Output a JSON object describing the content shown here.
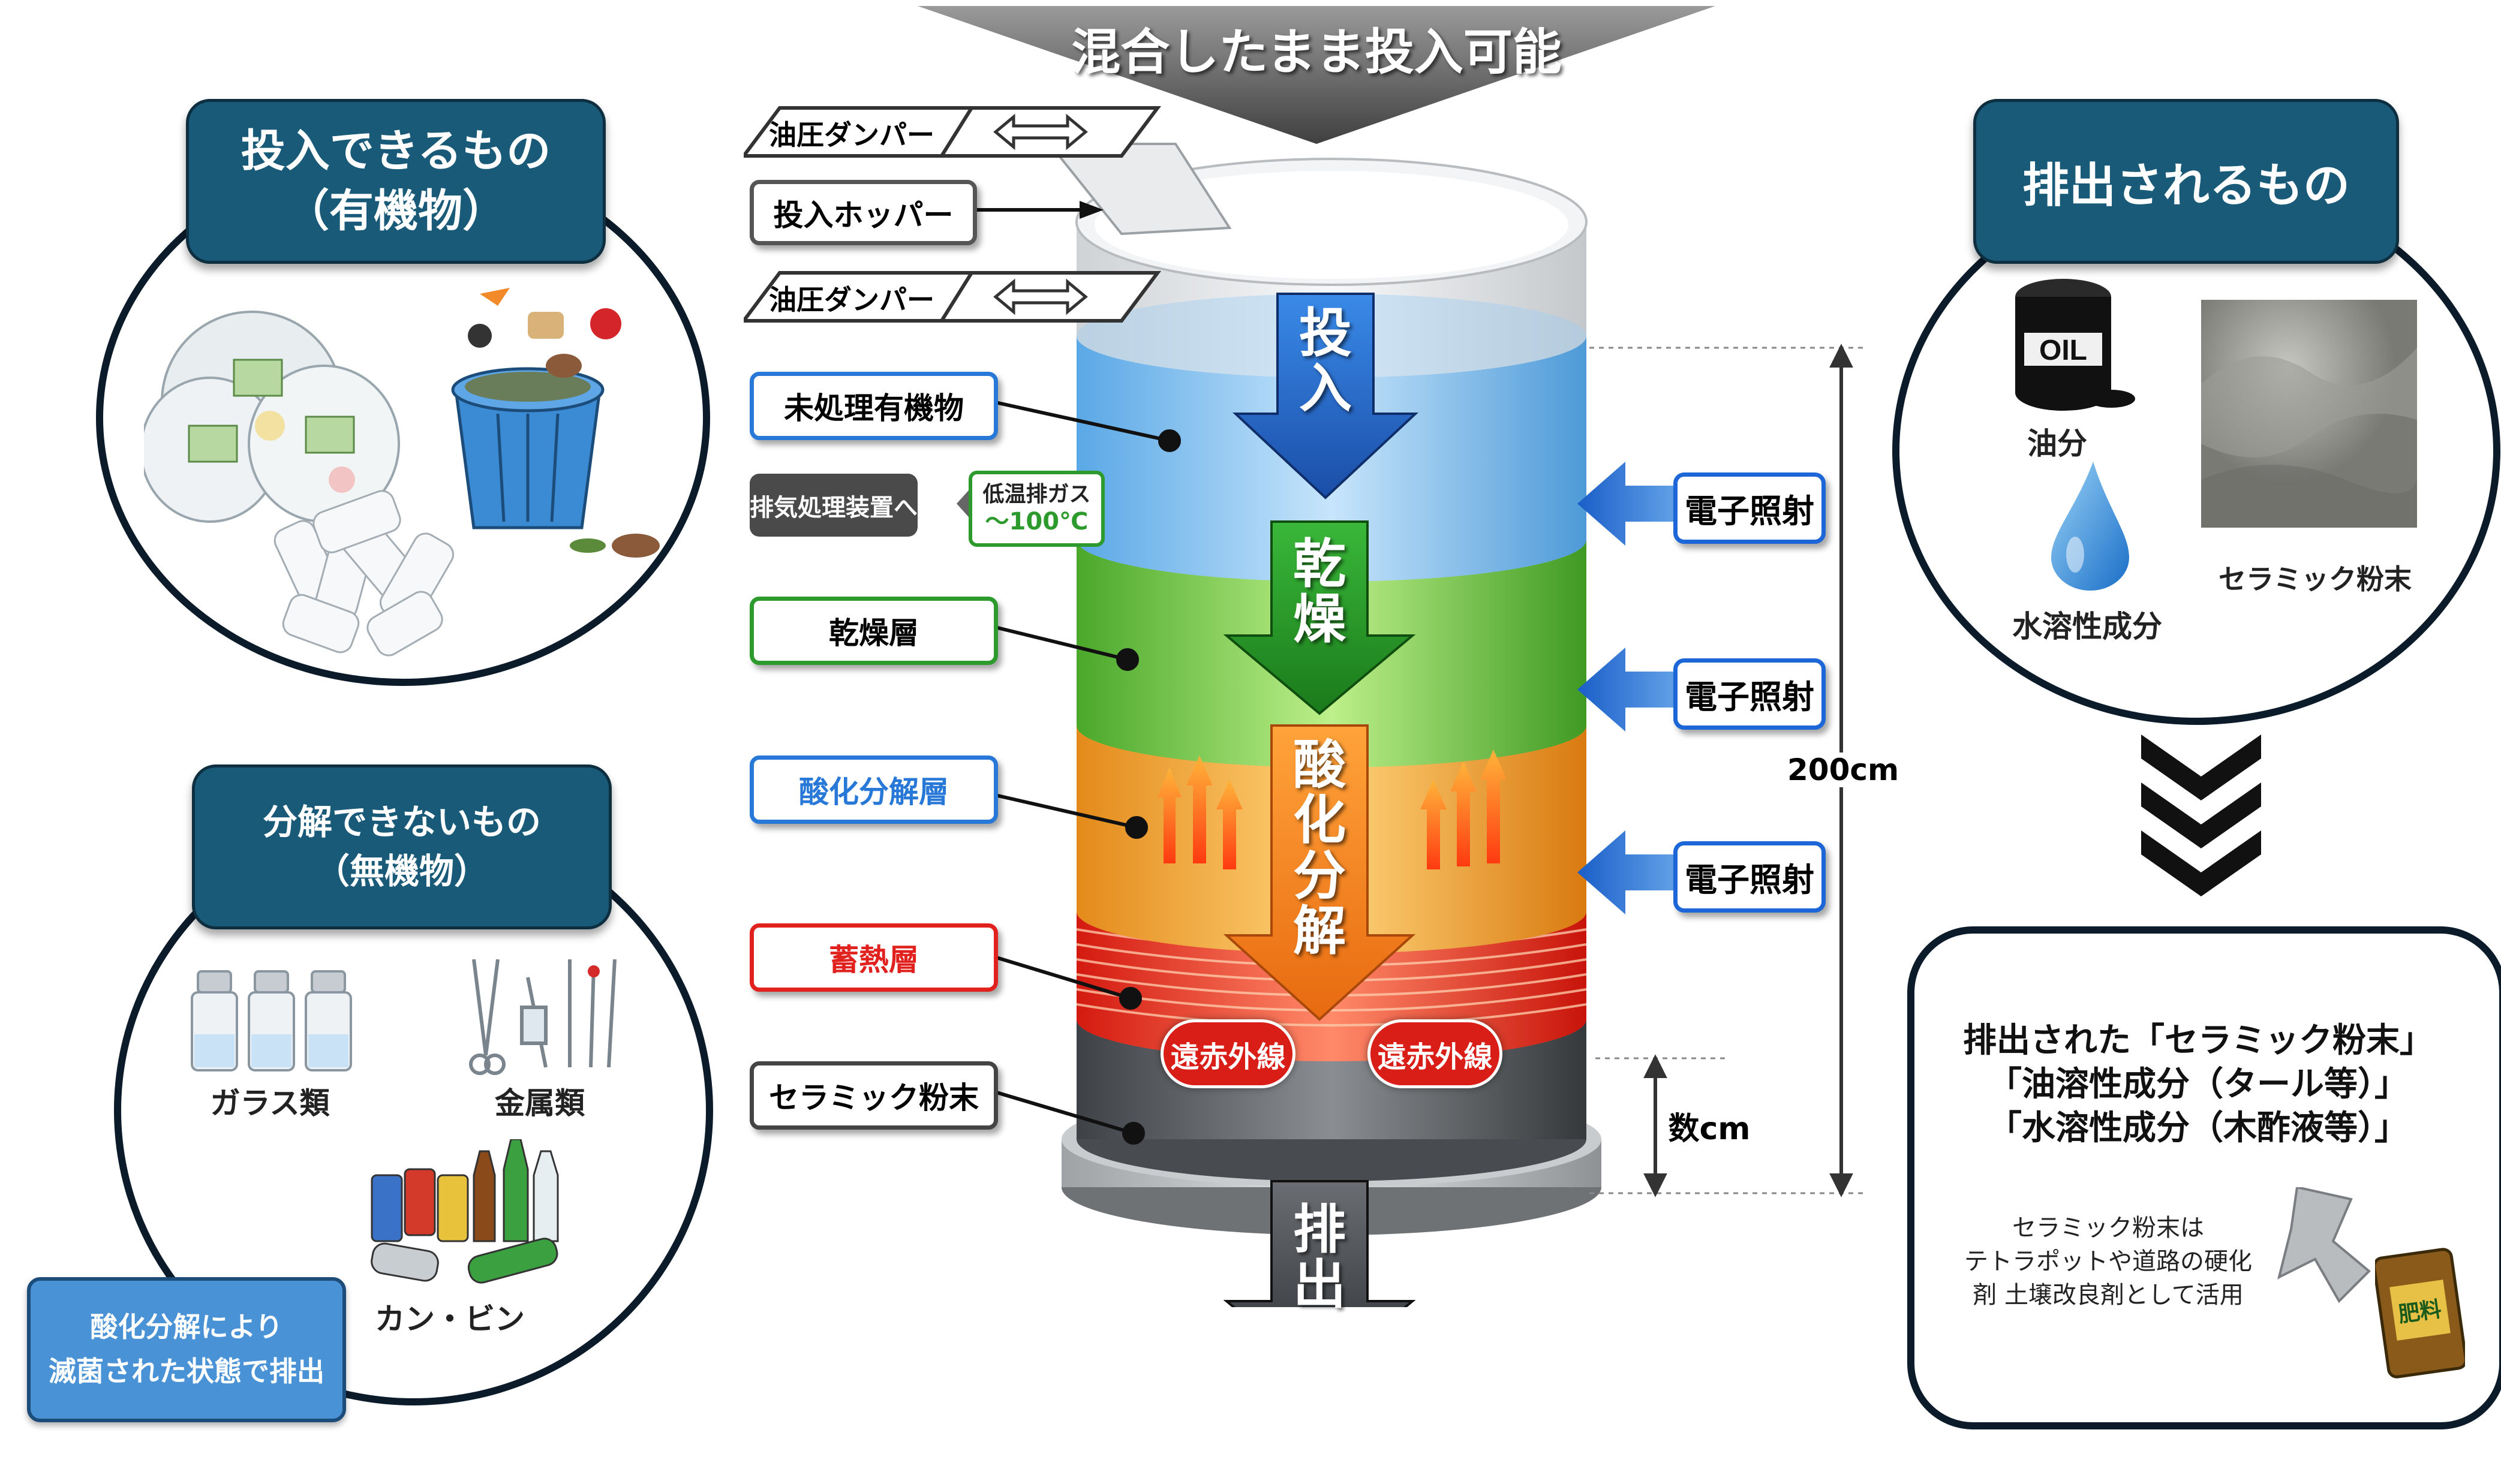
{
  "top_banner": {
    "text": "混合したまま投入可能"
  },
  "input_panel": {
    "title_line1": "投入できるもの",
    "title_line2": "（有機物）"
  },
  "inorganic_panel": {
    "title_line1": "分解できないもの",
    "title_line2": "（無機物）",
    "items": {
      "glass": "ガラス類",
      "metal": "金属類",
      "cans": "カン・ビン"
    },
    "note_line1": "酸化分解により",
    "note_line2": "滅菌された状態で排出"
  },
  "output_panel": {
    "title": "排出されるもの",
    "items": {
      "oil_mark": "OIL",
      "oil": "油分",
      "water": "水溶性成分",
      "ceramic": "セラミック粉末"
    }
  },
  "result_box": {
    "line1": "排出された「セラミック粉末」",
    "line2": "「油溶性成分（タール等）」",
    "line3": "「水溶性成分（木酢液等）」",
    "use_line1": "セラミック粉末は",
    "use_line2": "テトラポットや道路の硬化",
    "use_line3": "剤 土壌改良剤として活用",
    "fertilizer": "肥料"
  },
  "left_labels": {
    "damper_top": "油圧ダンパー",
    "hopper": "投入ホッパー",
    "damper_bottom": "油圧ダンパー",
    "untreated": "未処理有機物",
    "exhaust_device": "排気処理装置へ",
    "exhaust_gas_line1": "低温排ガス",
    "exhaust_gas_line2": "～100℃",
    "dry_layer": "乾燥層",
    "oxidation_layer": "酸化分解層",
    "heat_layer": "蓄熱層",
    "ceramic_layer": "セラミック粉末"
  },
  "cylinder": {
    "input": "投入",
    "dry": "乾燥",
    "oxidation": "酸化分解",
    "far_infrared_left": "遠赤外線",
    "far_infrared_right": "遠赤外線",
    "discharge": "排出"
  },
  "right_labels": {
    "irradiation_1": "電子照射",
    "irradiation_2": "電子照射",
    "irradiation_3": "電子照射",
    "height_total": "200cm",
    "height_ceramic": "数cm"
  },
  "colors": {
    "navy": "#185a78",
    "blue_layer": "#8cc6f0",
    "green_layer": "#7fcf3c",
    "orange_layer": "#f6b13f",
    "red_layer": "#ec3a2a",
    "gray_layer": "#5e6266",
    "label_blue": "#2878d8",
    "label_green": "#2c9a2c",
    "label_red": "#e0211e"
  }
}
